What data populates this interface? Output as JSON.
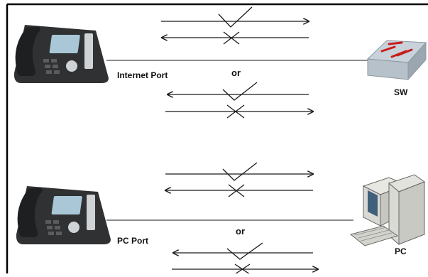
{
  "labels": {
    "internet_port": "Internet Port",
    "pc_port": "PC Port",
    "sw": "SW",
    "pc": "PC",
    "or_top": "or",
    "or_bottom": "or"
  },
  "colors": {
    "line": "#1a1a1a",
    "frame": "#000000",
    "phone_body": "#2f3133",
    "phone_screen": "#a9c7d6",
    "switch_top": "#c9d2da",
    "switch_front": "#b7c1c9",
    "switch_arrows": "#c81e1e",
    "pc_case": "#d9d9d4"
  },
  "icons": {
    "phone": "ip-phone-icon",
    "switch": "network-switch-icon",
    "pc": "desktop-pc-icon"
  }
}
